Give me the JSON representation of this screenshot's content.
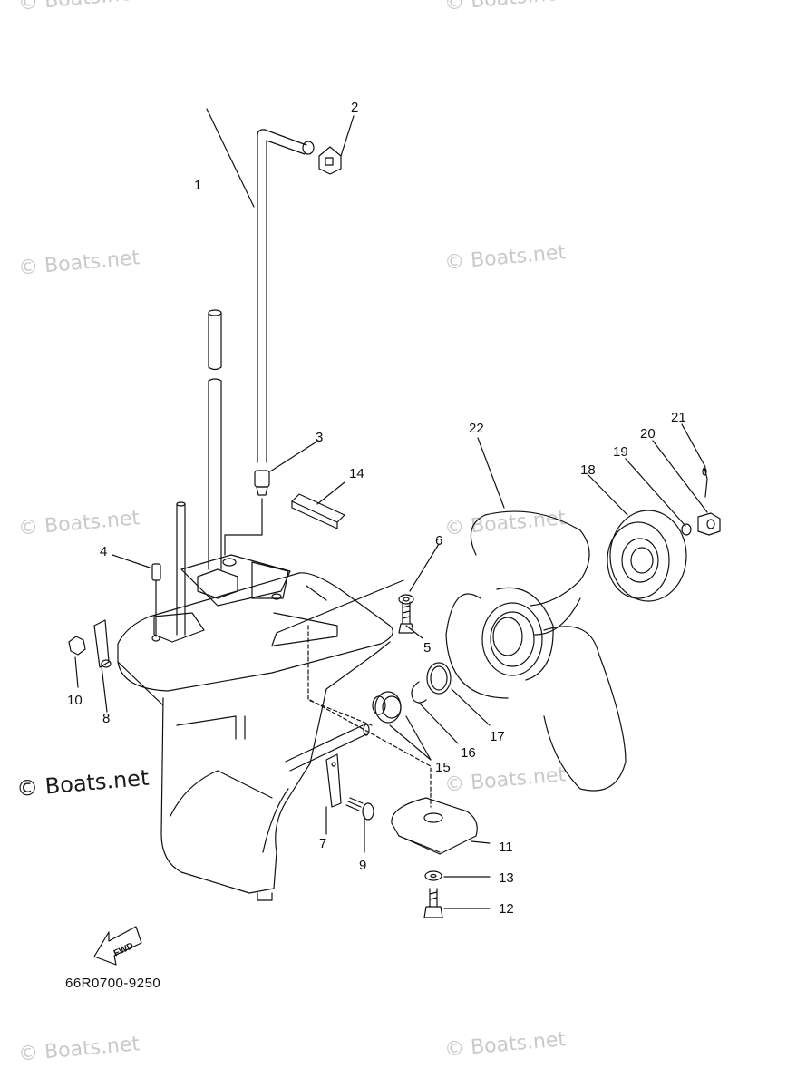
{
  "watermark": {
    "text": "© Boats.net",
    "strong_text": "© Boats.net"
  },
  "callouts": [
    "1",
    "2",
    "3",
    "4",
    "5",
    "6",
    "7",
    "8",
    "9",
    "10",
    "11",
    "12",
    "13",
    "14",
    "15",
    "16",
    "17",
    "18",
    "19",
    "20",
    "21",
    "22"
  ],
  "fwd_label": "FWD",
  "diagram_code": "66R0700-9250"
}
